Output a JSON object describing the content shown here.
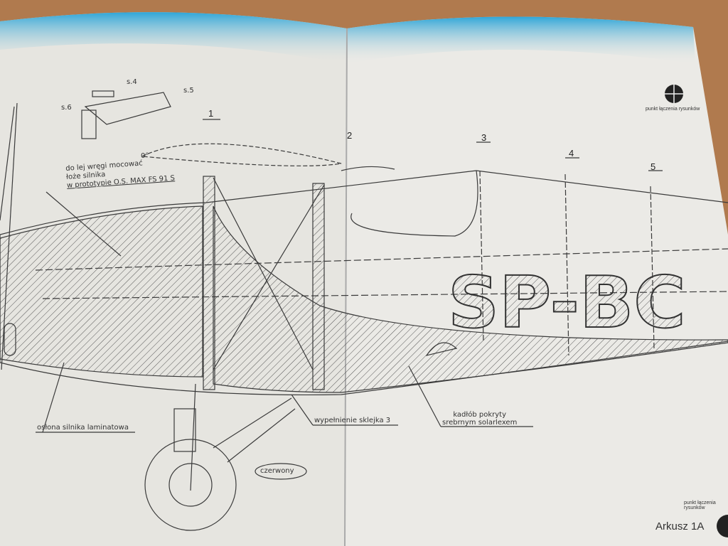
{
  "sheet": {
    "title": "Arkusz 1A",
    "joint_point_label": "punkt łączenia rysunków",
    "registration": "SP-BC",
    "section_numbers": [
      "1",
      "2",
      "3",
      "4",
      "5"
    ],
    "part_labels": [
      "s.4",
      "s.5",
      "s.6"
    ],
    "angle_label": "0°",
    "notes": {
      "engine_mount": [
        "do lej wręgi mocować",
        "łoże silnika",
        "w prototypie O.S. MAX FS 91 S"
      ],
      "cowling": "osłona silnika laminatowa",
      "fill": "wypełnienie sklejka 3",
      "fuselage": [
        "kadłób pokryty",
        "srebrnym solarlexem"
      ],
      "color": "czerwony"
    }
  },
  "colors": {
    "paper": "#e9e8e3",
    "ink": "#3a3a3a",
    "blue_edge": "#2fa6d8",
    "table": "#b07a4e"
  }
}
